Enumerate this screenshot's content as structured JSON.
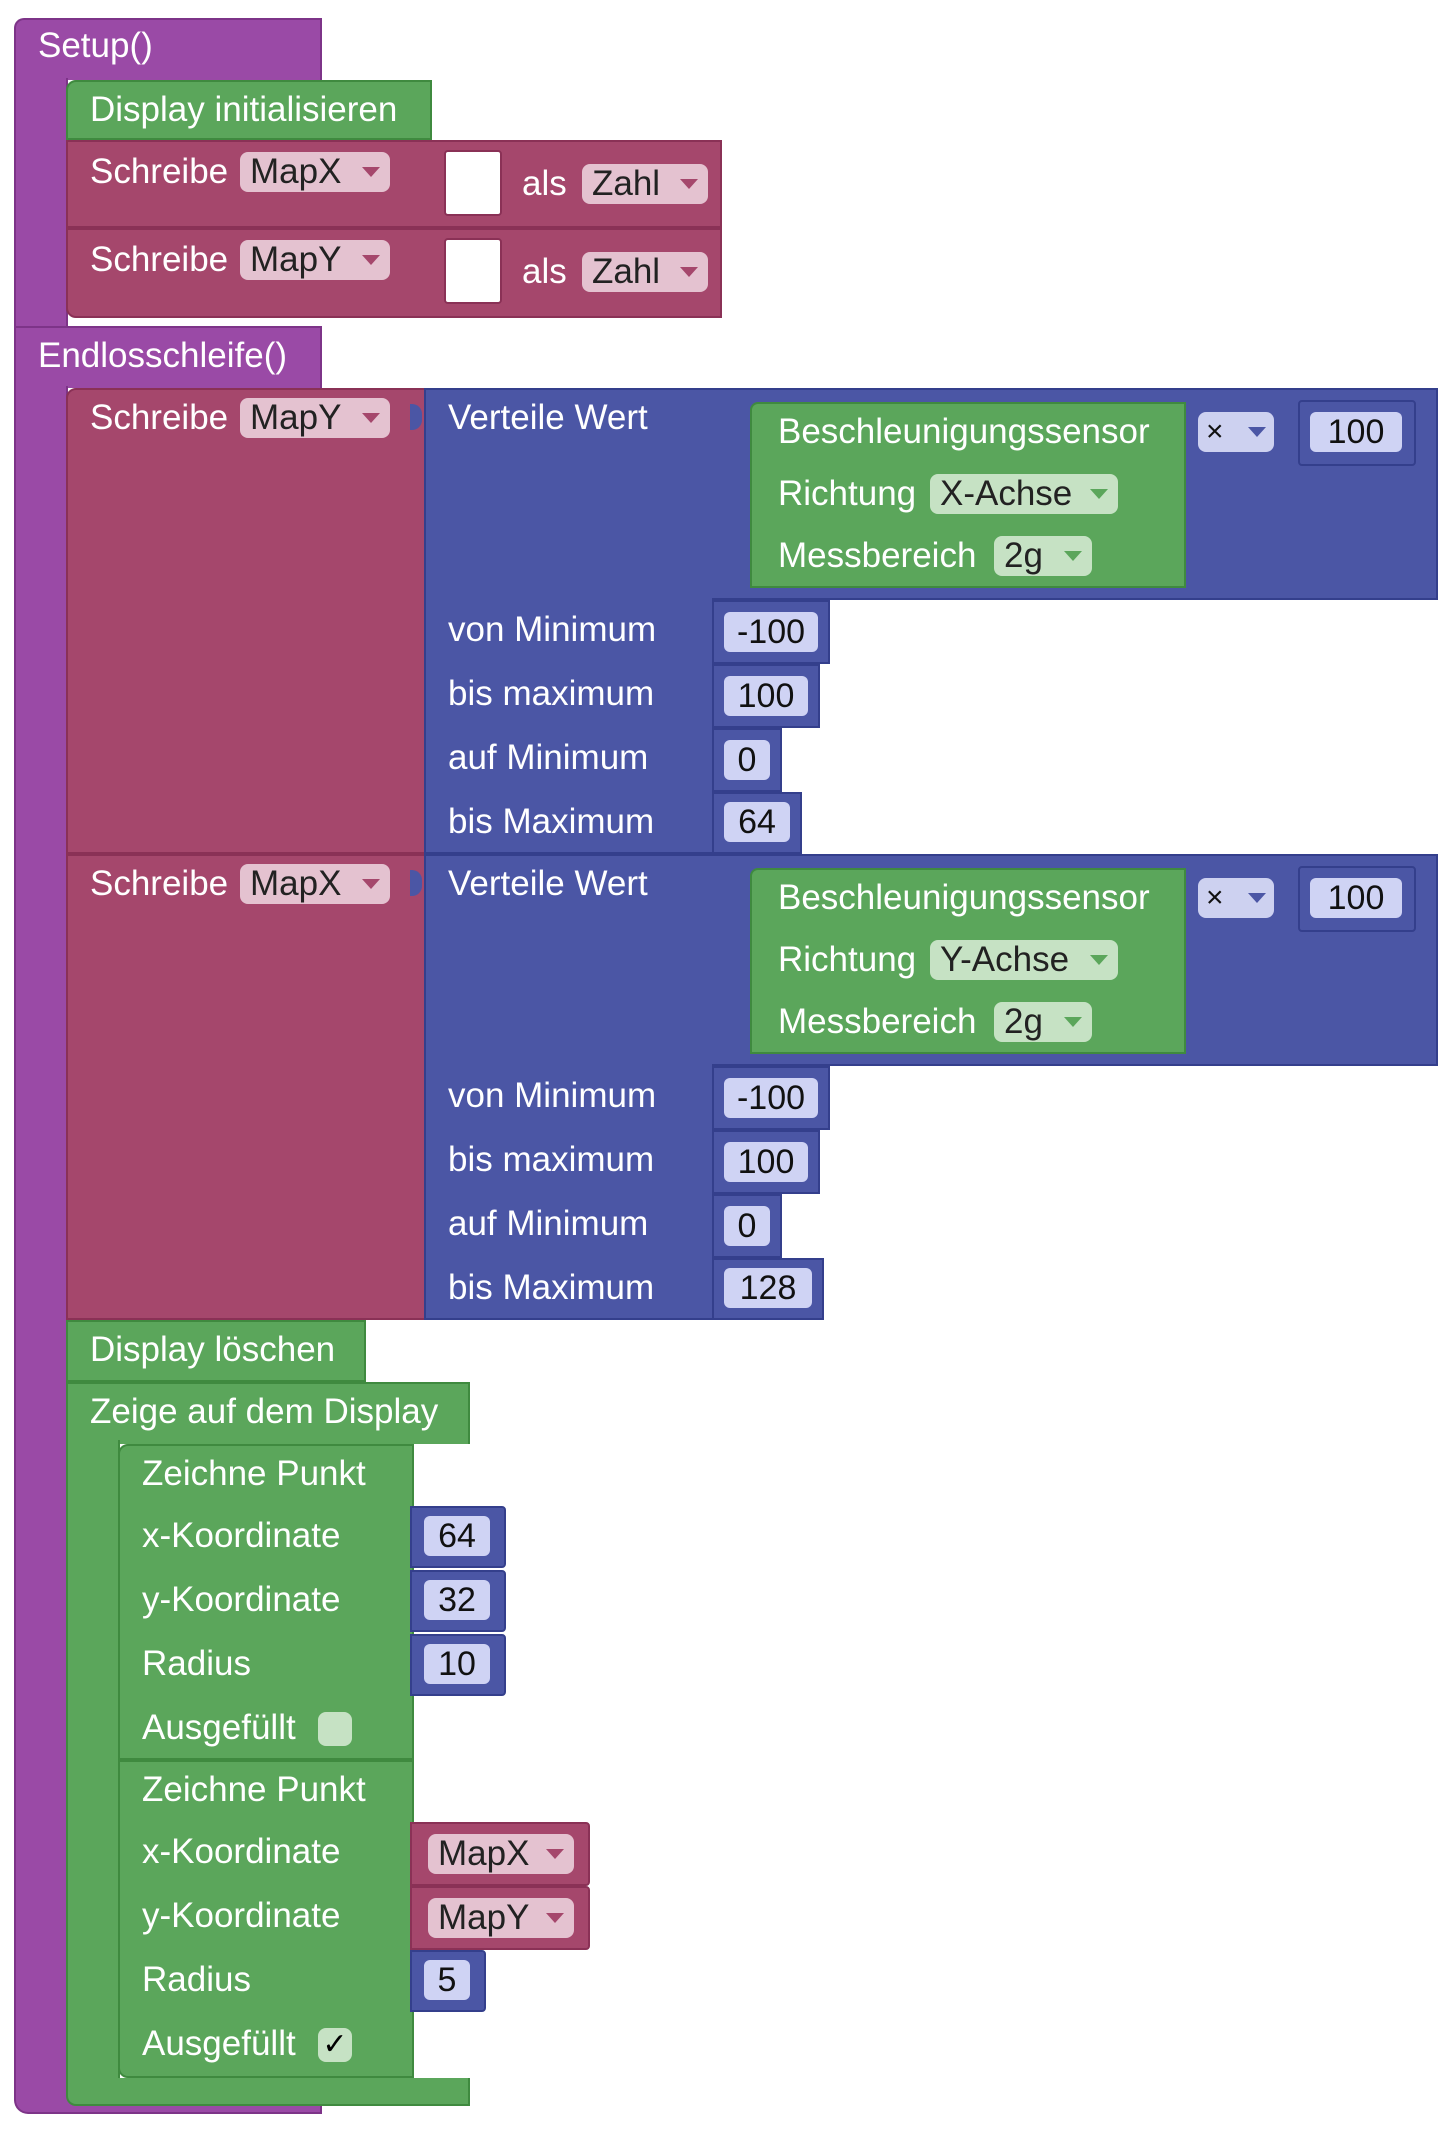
{
  "setup": {
    "label": "Setup()",
    "display_init": "Display initialisieren",
    "write_rows": [
      {
        "label": "Schreibe",
        "var": "MapX",
        "as_label": "als",
        "type": "Zahl"
      },
      {
        "label": "Schreibe",
        "var": "MapY",
        "as_label": "als",
        "type": "Zahl"
      }
    ]
  },
  "loop": {
    "label": "Endlosschleife()",
    "map_blocks": [
      {
        "write_label": "Schreibe",
        "var": "MapY",
        "map_label": "Verteile Wert",
        "sensor": {
          "label": "Beschleunigungssensor",
          "dir_label": "Richtung",
          "dir": "X-Achse",
          "range_label": "Messbereich",
          "range": "2g"
        },
        "op": "×",
        "factor": "100",
        "params": [
          {
            "label": "von Minimum",
            "value": "-100"
          },
          {
            "label": "bis maximum",
            "value": "100"
          },
          {
            "label": "auf Minimum",
            "value": "0"
          },
          {
            "label": "bis Maximum",
            "value": "64"
          }
        ]
      },
      {
        "write_label": "Schreibe",
        "var": "MapX",
        "map_label": "Verteile Wert",
        "sensor": {
          "label": "Beschleunigungssensor",
          "dir_label": "Richtung",
          "dir": "Y-Achse",
          "range_label": "Messbereich",
          "range": "2g"
        },
        "op": "×",
        "factor": "100",
        "params": [
          {
            "label": "von Minimum",
            "value": "-100"
          },
          {
            "label": "bis maximum",
            "value": "100"
          },
          {
            "label": "auf Minimum",
            "value": "0"
          },
          {
            "label": "bis Maximum",
            "value": "128"
          }
        ]
      }
    ],
    "display_clear": "Display löschen",
    "show_display": "Zeige auf dem Display",
    "points": [
      {
        "label": "Zeichne Punkt",
        "x_label": "x-Koordinate",
        "x": "64",
        "y_label": "y-Koordinate",
        "y": "32",
        "r_label": "Radius",
        "r": "10",
        "fill_label": "Ausgefüllt",
        "filled": ""
      },
      {
        "label": "Zeichne Punkt",
        "x_label": "x-Koordinate",
        "x": "MapX",
        "y_label": "y-Koordinate",
        "y": "MapY",
        "r_label": "Radius",
        "r": "5",
        "fill_label": "Ausgefüllt",
        "filled": "✓"
      }
    ]
  },
  "colors": {
    "procedure": "#9a4aa6",
    "display": "#5ba65b",
    "variable": "#a5476c",
    "math": "#4b56a5"
  }
}
